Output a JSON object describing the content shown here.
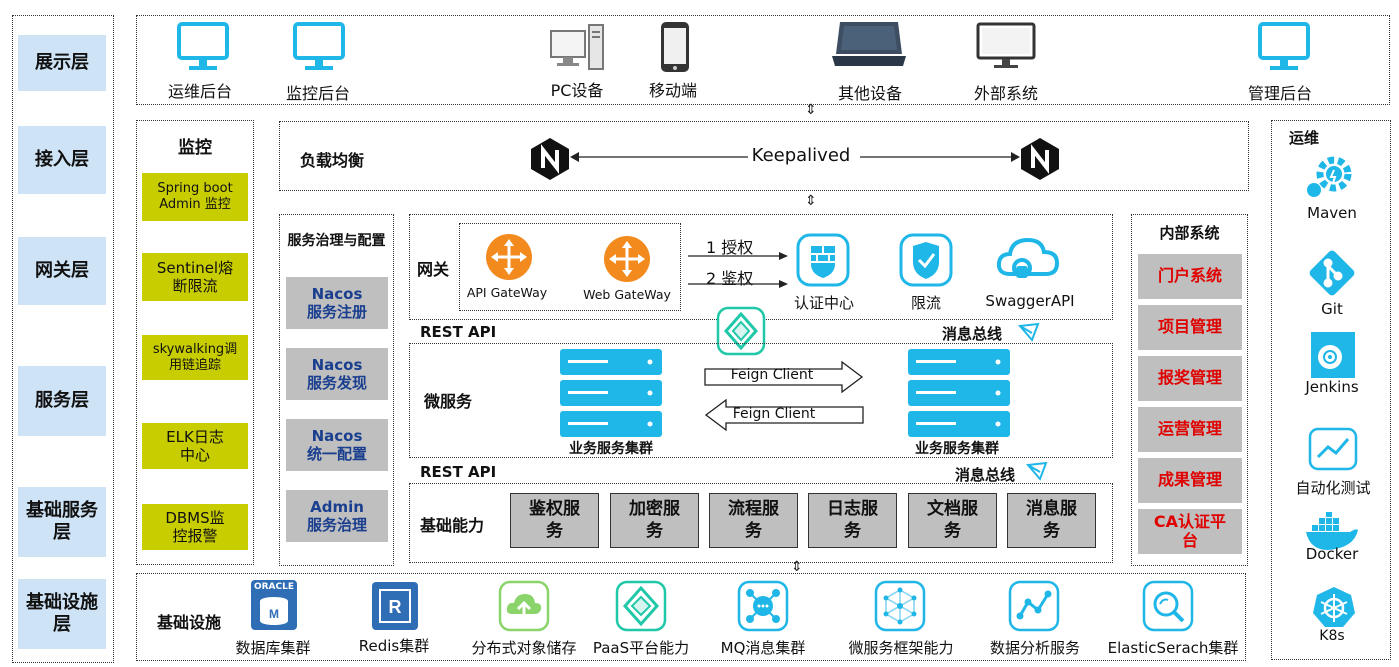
{
  "layers": [
    "展示层",
    "接入层",
    "网关层",
    "服务层",
    "基础服务层",
    "基础设施层"
  ],
  "presentation": {
    "items": [
      "运维后台",
      "监控后台",
      "PC设备",
      "移动端",
      "其他设备",
      "外部系统",
      "管理后台"
    ]
  },
  "monitor": {
    "title": "监控",
    "items": [
      "Spring boot Admin 监控",
      "Sentinel熔断限流",
      "skywalking调用链追踪",
      "ELK日志中心",
      "DBMS监控报警"
    ]
  },
  "load_balance": {
    "title": "负载均衡",
    "keepalived": "Keepalived"
  },
  "governance": {
    "title": "服务治理与配置",
    "items": [
      "Nacos服务注册",
      "Nacos服务发现",
      "Nacos统一配置",
      "Admin服务治理"
    ]
  },
  "gateway": {
    "title": "网关",
    "api_gateway": "API GateWay",
    "web_gateway": "Web GateWay",
    "auth_arrow": "1 授权",
    "authz_arrow": "2 鉴权",
    "auth_center": "认证中心",
    "rate_limit": "限流",
    "swagger": "SwaggerAPI"
  },
  "rest_api_1": "REST API",
  "msg_bus_1": "消息总线",
  "microservice": {
    "title": "微服务",
    "feign_1": "Feign Client",
    "feign_2": "Feign Client",
    "cluster_left": "业务服务集群",
    "cluster_right": "业务服务集群"
  },
  "rest_api_2": "REST API",
  "msg_bus_2": "消息总线",
  "base_capability": {
    "title": "基础能力",
    "items": [
      "鉴权服务",
      "加密服务",
      "流程服务",
      "日志服务",
      "文档服务",
      "消息服务"
    ]
  },
  "internal": {
    "title": "内部系统",
    "items": [
      "门户系统",
      "项目管理",
      "报奖管理",
      "运营管理",
      "成果管理",
      "CA认证平台"
    ]
  },
  "ops": {
    "title": "运维",
    "items": [
      "Maven",
      "Git",
      "Jenkins",
      "自动化测试",
      "Docker",
      "K8s"
    ]
  },
  "infra": {
    "title": "基础设施",
    "oracle_logo": "ORACLE",
    "items": [
      "数据库集群",
      "Redis集群",
      "分布式对象储存",
      "PaaS平台能力",
      "MQ消息集群",
      "微服务框架能力",
      "数据分析服务",
      "ElasticSerach集群"
    ]
  },
  "colors": {
    "layer_label_bg": "#cfe3f6",
    "monitor_bg": "#c8cd00",
    "gray_box": "#bfbfbf",
    "nacos_text": "#1a3f8f",
    "internal_text": "#e00000",
    "icon_blue": "#1fb6e8",
    "gateway_orange": "#f28a1e"
  }
}
